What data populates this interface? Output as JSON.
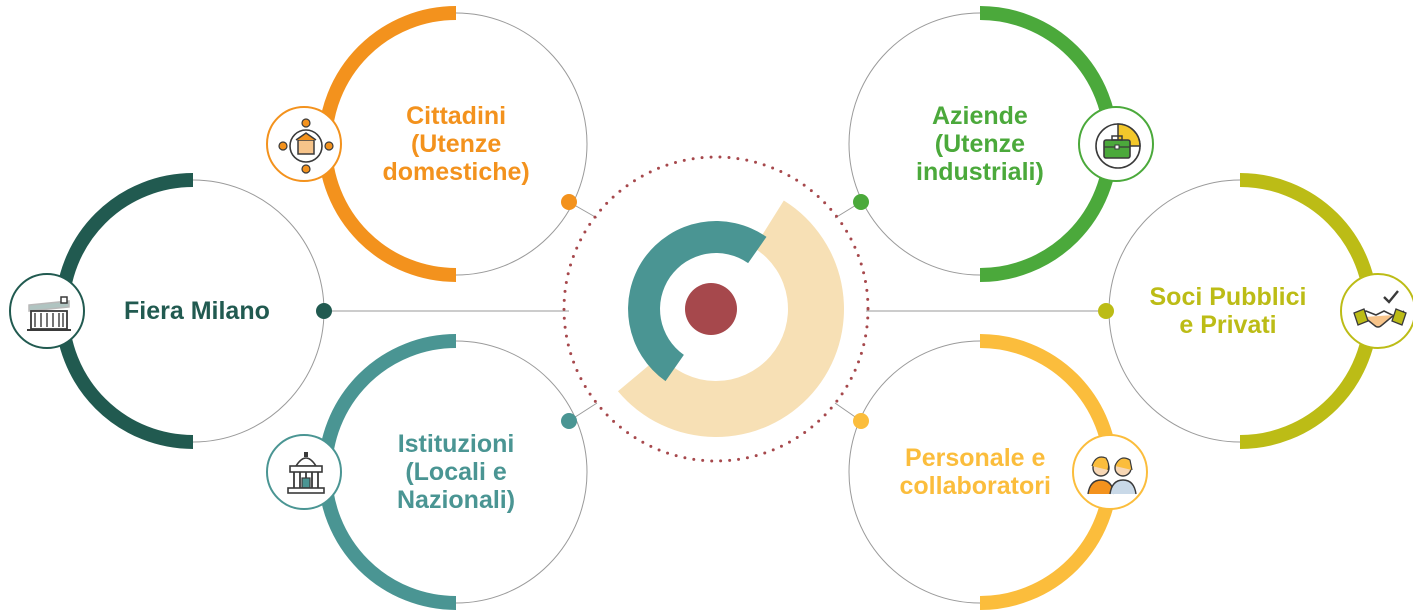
{
  "center": {
    "ring_dark": "#4a9593",
    "ring_light": "#f7e0b5",
    "core": "#a6484c",
    "dots": "#a6484c"
  },
  "stakeholders": [
    {
      "id": "fiera",
      "lines": [
        "Fiera Milano"
      ],
      "color": "#215a50",
      "icon": "building-icon"
    },
    {
      "id": "cittadini",
      "lines": [
        "Cittadini",
        "(Utenze",
        "domestiche)"
      ],
      "color": "#f3921d",
      "icon": "household-icon"
    },
    {
      "id": "istituzioni",
      "lines": [
        "Istituzioni",
        "(Locali e",
        "Nazionali)"
      ],
      "color": "#4a9593",
      "icon": "institution-icon"
    },
    {
      "id": "aziende",
      "lines": [
        "Aziende",
        "(Utenze",
        "industriali)"
      ],
      "color": "#4ba93b",
      "icon": "briefcase-chart-icon"
    },
    {
      "id": "soci",
      "lines": [
        "Soci Pubblici",
        "e Privati"
      ],
      "color": "#bcbc16",
      "icon": "handshake-icon"
    },
    {
      "id": "personale",
      "lines": [
        "Personale e",
        "collaboratori"
      ],
      "color": "#fbbd3c",
      "icon": "people-icon"
    }
  ]
}
